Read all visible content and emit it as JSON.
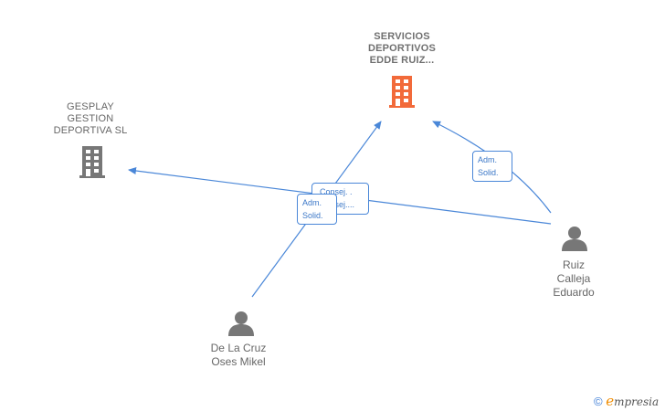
{
  "colors": {
    "edge": "#4a87d8",
    "highlight_company": "#f26a3a",
    "company": "#777777",
    "person": "#777777"
  },
  "nodes": {
    "servicios": {
      "label_lines": [
        "SERVICIOS",
        "DEPORTIVOS",
        "EDDE RUIZ..."
      ],
      "type": "company",
      "icon": "building-icon",
      "highlight": true
    },
    "gesplay": {
      "label_lines": [
        "GESPLAY",
        "GESTION",
        "DEPORTIVA  SL"
      ],
      "type": "company",
      "icon": "building-icon",
      "highlight": false
    },
    "ruiz": {
      "label_lines": [
        "Ruiz",
        "Calleja",
        "Eduardo"
      ],
      "type": "person",
      "icon": "person-icon"
    },
    "delacruz": {
      "label_lines": [
        "De La Cruz",
        "Oses Mikel"
      ],
      "type": "person",
      "icon": "person-icon"
    }
  },
  "edges": [
    {
      "from": "delacruz",
      "to": "servicios",
      "label_lines": [
        "Adm.",
        "Solid."
      ]
    },
    {
      "from": "ruiz",
      "to": "servicios",
      "label_lines": [
        "Adm.",
        "Solid."
      ]
    },
    {
      "from": "ruiz",
      "to": "gesplay",
      "label_lines": [
        "Consej. .",
        "Consej...."
      ]
    }
  ],
  "footer": {
    "copyright": "©",
    "brand_initial": "e",
    "brand_rest": "mpresia"
  }
}
